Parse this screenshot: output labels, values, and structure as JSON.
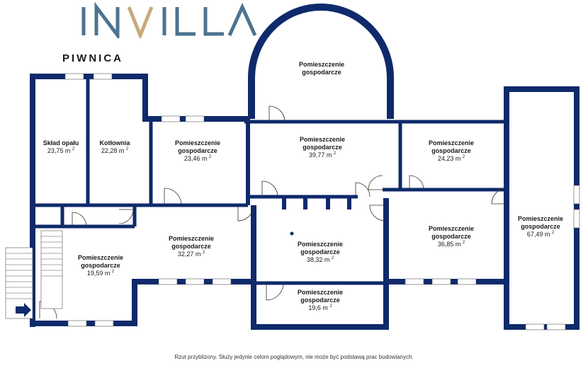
{
  "brand": {
    "name": "INVILLA",
    "colors": {
      "primary": "#4d7390",
      "accent": "#c9a97a"
    }
  },
  "floor": {
    "level_label": "PIWNICA"
  },
  "colors": {
    "wall": "#0e2a6b",
    "window": "#ffffff",
    "door": "#333333"
  },
  "rooms": [
    {
      "id": "sklad-opalu",
      "name": [
        "Skład opału"
      ],
      "area": "23,75 m",
      "unit_exp": "2"
    },
    {
      "id": "kotlownia",
      "name": [
        "Kotłownia"
      ],
      "area": "22,28 m",
      "unit_exp": "2"
    },
    {
      "id": "gosp-a",
      "name": [
        "Pomieszczenie",
        "gospodarcze"
      ],
      "area": "23,46 m",
      "unit_exp": "2"
    },
    {
      "id": "gosp-dome",
      "name": [
        "Pomieszczenie",
        "gospodarcze"
      ],
      "area": "",
      "unit_exp": ""
    },
    {
      "id": "gosp-b",
      "name": [
        "Pomieszczenie",
        "gospodarcze"
      ],
      "area": "39,77 m",
      "unit_exp": "2"
    },
    {
      "id": "gosp-c",
      "name": [
        "Pomieszczenie",
        "gospodarcze"
      ],
      "area": "24,23 m",
      "unit_exp": "2"
    },
    {
      "id": "gosp-d",
      "name": [
        "Pomieszczenie",
        "gospodarcze"
      ],
      "area": "32,27 m",
      "unit_exp": "2"
    },
    {
      "id": "gosp-e",
      "name": [
        "Pomieszczenie",
        "gospodarcze"
      ],
      "area": "38,32 m",
      "unit_exp": "2"
    },
    {
      "id": "gosp-f",
      "name": [
        "Pomieszczenie",
        "gospodarcze"
      ],
      "area": "36,85 m",
      "unit_exp": "2"
    },
    {
      "id": "gosp-g",
      "name": [
        "Pomieszczenie",
        "gospodarcze"
      ],
      "area": "67,49 m",
      "unit_exp": "2"
    },
    {
      "id": "gosp-h",
      "name": [
        "Pomieszczenie",
        "gospodarcze"
      ],
      "area": "19,59 m",
      "unit_exp": "2"
    },
    {
      "id": "gosp-i",
      "name": [
        "Pomieszczenie",
        "gospodarcze"
      ],
      "area": "19,6 m",
      "unit_exp": "2"
    }
  ],
  "icons": [
    "entrance-arrow-icon",
    "staircase-icon",
    "door-swing-icon",
    "window-icon"
  ],
  "disclaimer": "Rzut przybliżony. Służy jedynie celom poglądowym, nie może być podstawą prac budowlanych."
}
